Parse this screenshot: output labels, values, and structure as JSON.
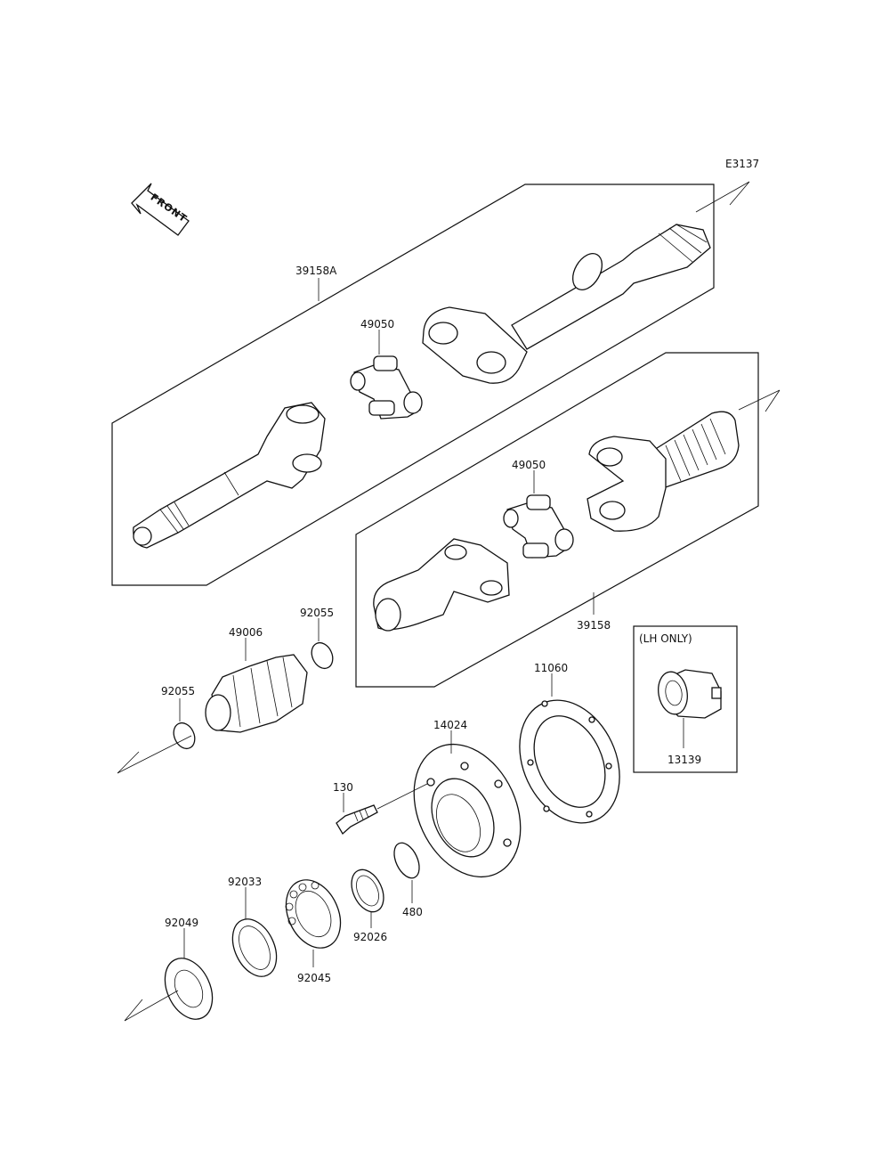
{
  "diagram_code": "E3137",
  "front_label": "FRONT",
  "note_lh_only": "(LH ONLY)",
  "parts": {
    "shaft_front_assy": "39158A",
    "joint_upper": "49050",
    "joint_lower": "49050",
    "shaft_rear_assy": "39158",
    "boot": "49006",
    "oring_right": "92055",
    "oring_left": "92055",
    "gasket": "11060",
    "housing": "14024",
    "bolt": "130",
    "circlip_480": "480",
    "washer": "92026",
    "bearing": "92045",
    "snap_ring": "92033",
    "oil_seal": "92049",
    "clutch_lh": "13139"
  },
  "colors": {
    "line": "#111111",
    "background": "#ffffff"
  }
}
